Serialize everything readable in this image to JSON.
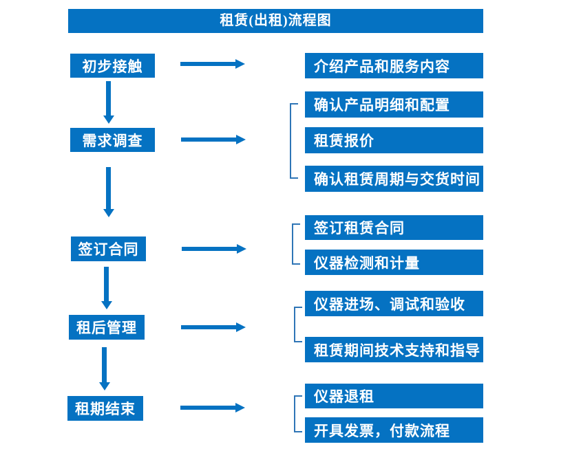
{
  "title": "租赁(出租)流程图",
  "colors": {
    "primary_blue": "#0572C2",
    "bracket_blue": "#2E75B6",
    "text_white": "#FFFFFF",
    "background": "#FFFFFF"
  },
  "flow": {
    "stages": [
      {
        "label": "初步接触",
        "outputs": [
          "介绍产品和服务内容"
        ]
      },
      {
        "label": "需求调查",
        "outputs": [
          "确认产品明细和配置",
          "租赁报价",
          "确认租赁周期与交货时间"
        ]
      },
      {
        "label": "签订合同",
        "outputs": [
          "签订租赁合同",
          "仪器检测和计量"
        ]
      },
      {
        "label": "租后管理",
        "outputs": [
          "仪器进场、调试和验收",
          "租赁期间技术支持和指导"
        ]
      },
      {
        "label": "租期结束",
        "outputs": [
          "仪器退租",
          "开具发票，付款流程"
        ]
      }
    ]
  }
}
